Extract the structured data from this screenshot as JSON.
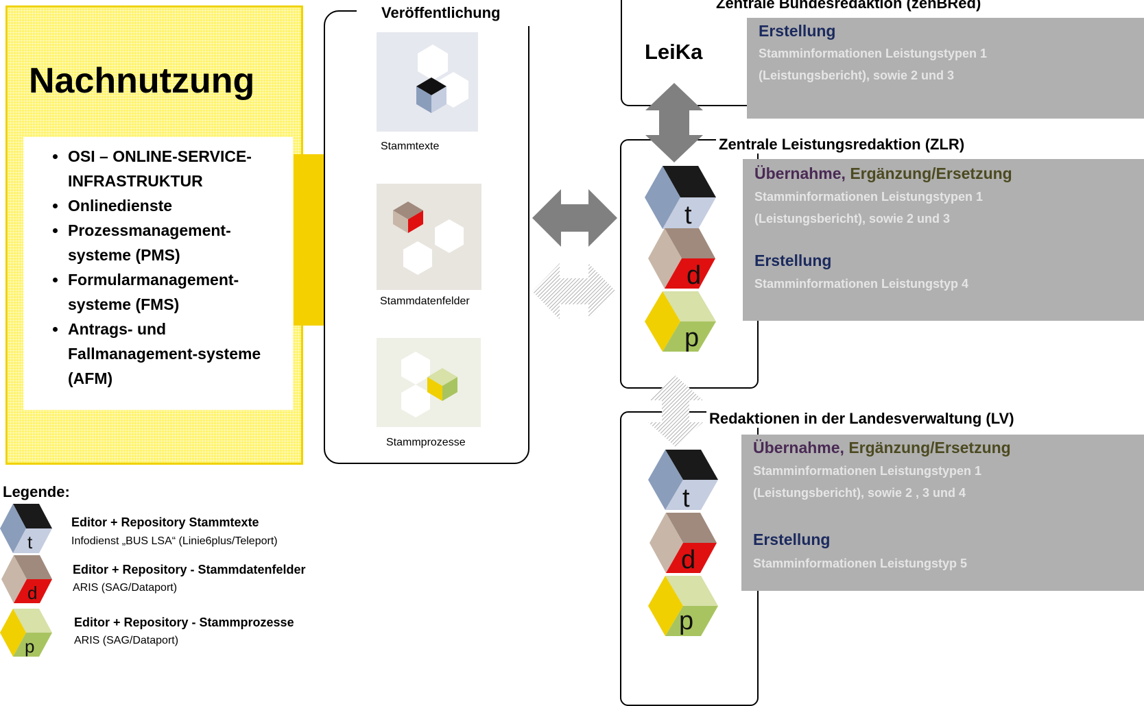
{
  "nachnutzung": {
    "title": "Nachnutzung",
    "items": [
      "OSI – ONLINE-SERVICE-INFRASTRUKTUR",
      "Onlinedienste",
      "Prozessmanagement-systeme (PMS)",
      "Formularmanagement-systeme (FMS)",
      "Antrags- und Fallmanagement-systeme (AFM)"
    ]
  },
  "veroeffentlichung": {
    "title": "Veröffentlichung",
    "tiles": [
      "Stammtexte",
      "Stammdatenfelder",
      "Stammprozesse"
    ]
  },
  "zenbred": {
    "title": "Zentrale Bundesredaktion (zenBRed)",
    "leika": "LeiKa",
    "erstellung": "Erstellung",
    "text_line1": "Stamminformationen Leistungstypen 1",
    "text_line2": "(Leistungsbericht), sowie 2  und 3"
  },
  "zlr": {
    "title": "Zentrale Leistungsredaktion (ZLR)",
    "uebernahme": "Übernahme,",
    "ergaenzung": "Ergänzung/Ersetzung",
    "text_line1": "Stamminformationen Leistungstypen 1",
    "text_line2": "(Leistungsbericht), sowie 2  und 3",
    "erstellung": "Erstellung",
    "text_line3": "Stamminformationen Leistungstyp 4"
  },
  "lv": {
    "title": "Redaktionen in der Landesverwaltung (LV)",
    "uebernahme": "Übernahme,",
    "ergaenzung": "Ergänzung/Ersetzung",
    "text_line1": "Stamminformationen Leistungstypen 1",
    "text_line2": "(Leistungsbericht), sowie 2 , 3 und 4",
    "erstellung": "Erstellung",
    "text_line3": "Stamminformationen Leistungstyp 5"
  },
  "cube_letters": {
    "t": "t",
    "d": "d",
    "p": "p"
  },
  "legende": {
    "title": "Legende:",
    "items": [
      {
        "letter": "t",
        "bold": "Editor + Repository Stammtexte",
        "sub": "Infodienst „BUS LSA“ (Linie6plus/Teleport)"
      },
      {
        "letter": "d",
        "bold": "Editor + Repository - Stammdatenfelder",
        "sub": "ARIS (SAG/Dataport)"
      },
      {
        "letter": "p",
        "bold": "Editor + Repository - Stammprozesse",
        "sub": "ARIS (SAG/Dataport)"
      }
    ]
  },
  "colors": {
    "yellow": "#fff36a",
    "yellow_bar": "#f5d000",
    "grey_box": "#b0b0b0",
    "arrow_grey": "#808080",
    "cube_t_left": "#8a9dbb",
    "cube_t_top": "#1a1a1a",
    "cube_t_right": "#c5cde0",
    "cube_d_left": "#c8b7a8",
    "cube_d_top": "#a08a7d",
    "cube_d_right": "#e01010",
    "cube_p_left": "#f0d000",
    "cube_p_top": "#d7e1a8",
    "cube_p_right": "#a8c460",
    "navy": "#1b2a5e",
    "purple": "#4a2a55",
    "olive": "#4c4a21"
  }
}
